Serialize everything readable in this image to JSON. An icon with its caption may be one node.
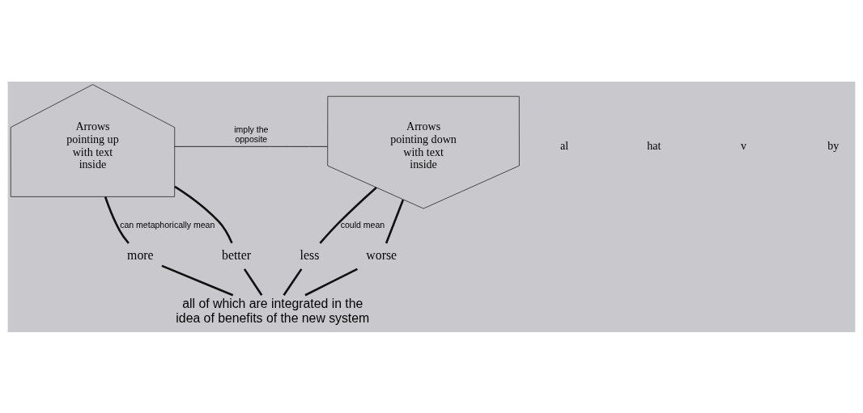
{
  "diagram": {
    "nodes": [
      {
        "text": [
          "Arrows pointing up with text inside"
        ]
      },
      {
        "text": [
          "Arrows pointing down with text inside"
        ]
      },
      {
        "text": [
          "more"
        ]
      },
      {
        "text": [
          "better"
        ]
      },
      {
        "text": [
          "less"
        ]
      },
      {
        "text": [
          "worse"
        ]
      },
      {
        "text": [
          "all of which are integrated in the idea of benefits of the new system"
        ]
      }
    ],
    "edges": [
      {
        "from": 0,
        "to": 1,
        "arrow": "none",
        "label": "imply the opposite"
      },
      {
        "from": 0,
        "to": 2,
        "arrow": "none",
        "label": "can metaphorically mean"
      },
      {
        "from": 0,
        "to": 3,
        "arrow": "none"
      },
      {
        "from": 1,
        "to": 4,
        "arrow": "none",
        "label": "could mean"
      },
      {
        "from": 1,
        "to": 5,
        "arrow": "none"
      },
      {
        "from": 2,
        "to": 6,
        "arrow": "none"
      },
      {
        "from": 3,
        "to": 6,
        "arrow": "none"
      },
      {
        "from": 4,
        "to": 6,
        "arrow": "none"
      },
      {
        "from": 5,
        "to": 6,
        "arrow": "none"
      }
    ],
    "labels": [
      "al",
      "hat",
      "v",
      "by"
    ]
  }
}
